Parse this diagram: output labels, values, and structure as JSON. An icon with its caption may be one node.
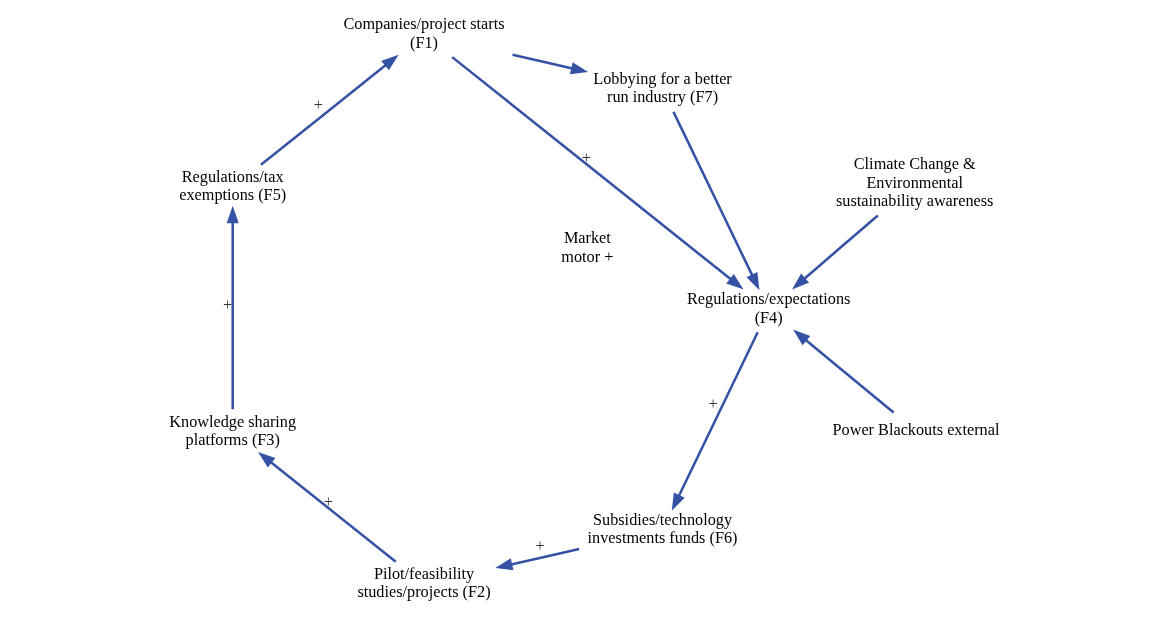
{
  "diagram": {
    "nodes": [
      {
        "text": [
          "Subsidies/technology investments funds (F6)"
        ]
      },
      {
        "text": [
          "Regulations/expectations (F4)"
        ]
      },
      {
        "text": [
          "Pilot/feasibility studies/projects (F2)"
        ]
      },
      {
        "text": [
          "Power Blackouts external"
        ]
      },
      {
        "text": [
          "Knowledge sharing platforms (F3)"
        ]
      },
      {
        "text": [
          "Climate Change & Environmental sustainability awareness"
        ]
      },
      {
        "text": [
          "Companies/project starts (F1)"
        ]
      },
      {
        "text": [
          "Regulations/tax exemptions (F5)"
        ]
      },
      {
        "text": [
          "Lobbying for a better run industry (F7)"
        ]
      }
    ],
    "edges": [
      {
        "from": 1,
        "to": 0,
        "arrow": "to",
        "label": "+"
      },
      {
        "from": 0,
        "to": 2,
        "arrow": "to",
        "label": "+"
      },
      {
        "from": 2,
        "to": 4,
        "arrow": "to",
        "label": "+"
      },
      {
        "from": 4,
        "to": 7,
        "arrow": "to",
        "label": "+"
      },
      {
        "from": 7,
        "to": 6,
        "arrow": "to",
        "label": "+"
      },
      {
        "from": 6,
        "to": 1,
        "arrow": "to",
        "label": "+"
      },
      {
        "from": 6,
        "to": 8,
        "arrow": "to"
      },
      {
        "from": 8,
        "to": 1,
        "arrow": "to"
      },
      {
        "from": 3,
        "to": 1,
        "arrow": "to"
      },
      {
        "from": 5,
        "to": 1,
        "arrow": "to"
      }
    ],
    "labels": [
      "Market motor +"
    ]
  }
}
